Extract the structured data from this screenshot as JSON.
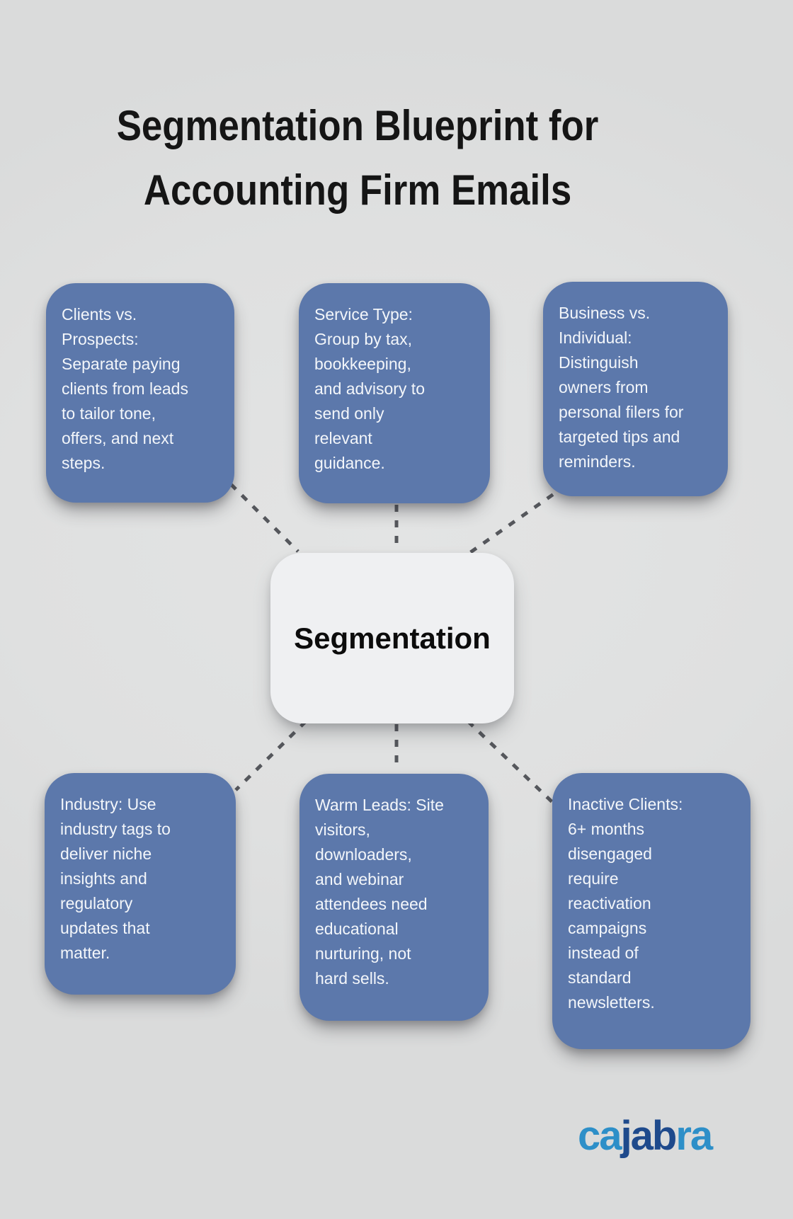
{
  "title": {
    "text": "Segmentation Blueprint for\nAccounting Firm Emails"
  },
  "center": {
    "label": "Segmentation"
  },
  "nodes": [
    {
      "id": "clients-vs-prospects",
      "text": "Clients vs.\nProspects:\nSeparate paying\nclients from leads\nto tailor tone,\noffers, and next\nsteps."
    },
    {
      "id": "service-type",
      "text": "Service Type:\nGroup by tax,\nbookkeeping,\nand advisory to\nsend only\nrelevant\nguidance."
    },
    {
      "id": "business-vs-individual",
      "text": "Business vs.\nIndividual:\nDistinguish\nowners from\npersonal filers for\ntargeted tips and\nreminders."
    },
    {
      "id": "industry",
      "text": "Industry: Use\nindustry tags to\ndeliver niche\ninsights and\nregulatory\nupdates that\nmatter."
    },
    {
      "id": "warm-leads",
      "text": "Warm Leads: Site\nvisitors,\ndownloaders,\nand webinar\nattendees need\neducational\nnurturing, not\nhard sells."
    },
    {
      "id": "inactive-clients",
      "text": "Inactive Clients:\n6+ months\ndisengaged\nrequire\nreactivation\ncampaigns\ninstead of\nstandard\nnewsletters."
    }
  ],
  "logo": {
    "part1": "ca",
    "part2": "jab",
    "part3": "ra"
  },
  "colors": {
    "background": "#dfe0e0",
    "node_fill": "#5c78ab",
    "node_text": "#f3f6fa",
    "hub_fill": "#eff0f2",
    "hub_text": "#0c0c0c",
    "title_text": "#151515",
    "connector": "#55575c",
    "logo_light_blue": "#2d8fc8",
    "logo_dark_blue": "#1e4a8c"
  }
}
